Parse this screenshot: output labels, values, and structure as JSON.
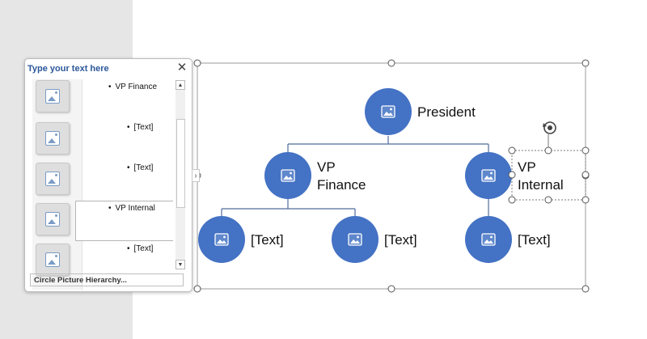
{
  "text_pane": {
    "title": "Type your text here",
    "close_glyph": "✕",
    "footer_text": "Circle Picture Hierarchy...",
    "toggle_glyph": "›",
    "items": [
      {
        "label": "VP Finance"
      },
      {
        "label": "[Text]"
      },
      {
        "label": "[Text]"
      },
      {
        "label": "VP Internal"
      },
      {
        "label": "[Text]"
      }
    ]
  },
  "diagram": {
    "nodes": [
      {
        "label_lines": [
          "President"
        ]
      },
      {
        "label_lines": [
          "VP",
          "Finance"
        ]
      },
      {
        "label_lines": [
          "VP",
          "Internal"
        ]
      },
      {
        "label_lines": [
          "[Text]"
        ]
      },
      {
        "label_lines": [
          "[Text]"
        ]
      },
      {
        "label_lines": [
          "[Text]"
        ]
      }
    ]
  },
  "colors": {
    "circle_fill": "#4472c4",
    "connector": "#4f6c9c",
    "pane_title": "#2b579a"
  },
  "icons": [
    "picture-icon",
    "close-icon",
    "rotate-handle-icon",
    "chevron-right-icon"
  ]
}
